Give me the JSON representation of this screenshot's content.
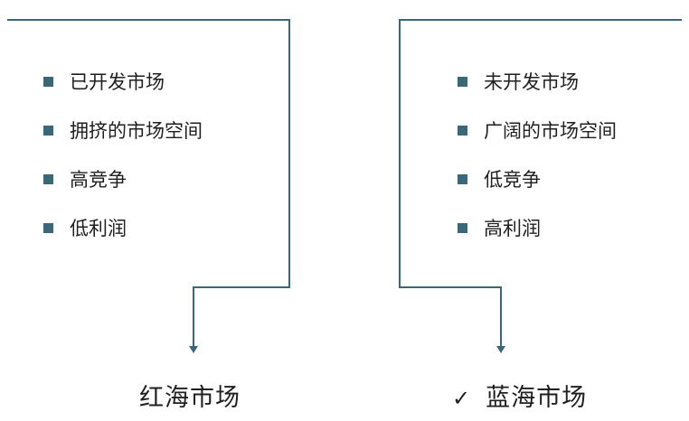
{
  "left": {
    "items": [
      "已开发市场",
      "拥挤的市场空间",
      "高竞争",
      "低利润"
    ],
    "label": "红海市场"
  },
  "right": {
    "items": [
      "未开发市场",
      "广阔的市场空间",
      "低竞争",
      "高利润"
    ],
    "label": "蓝海市场",
    "check": "✓"
  },
  "colors": {
    "line": "#3b6776",
    "bullet": "#3b6776"
  }
}
